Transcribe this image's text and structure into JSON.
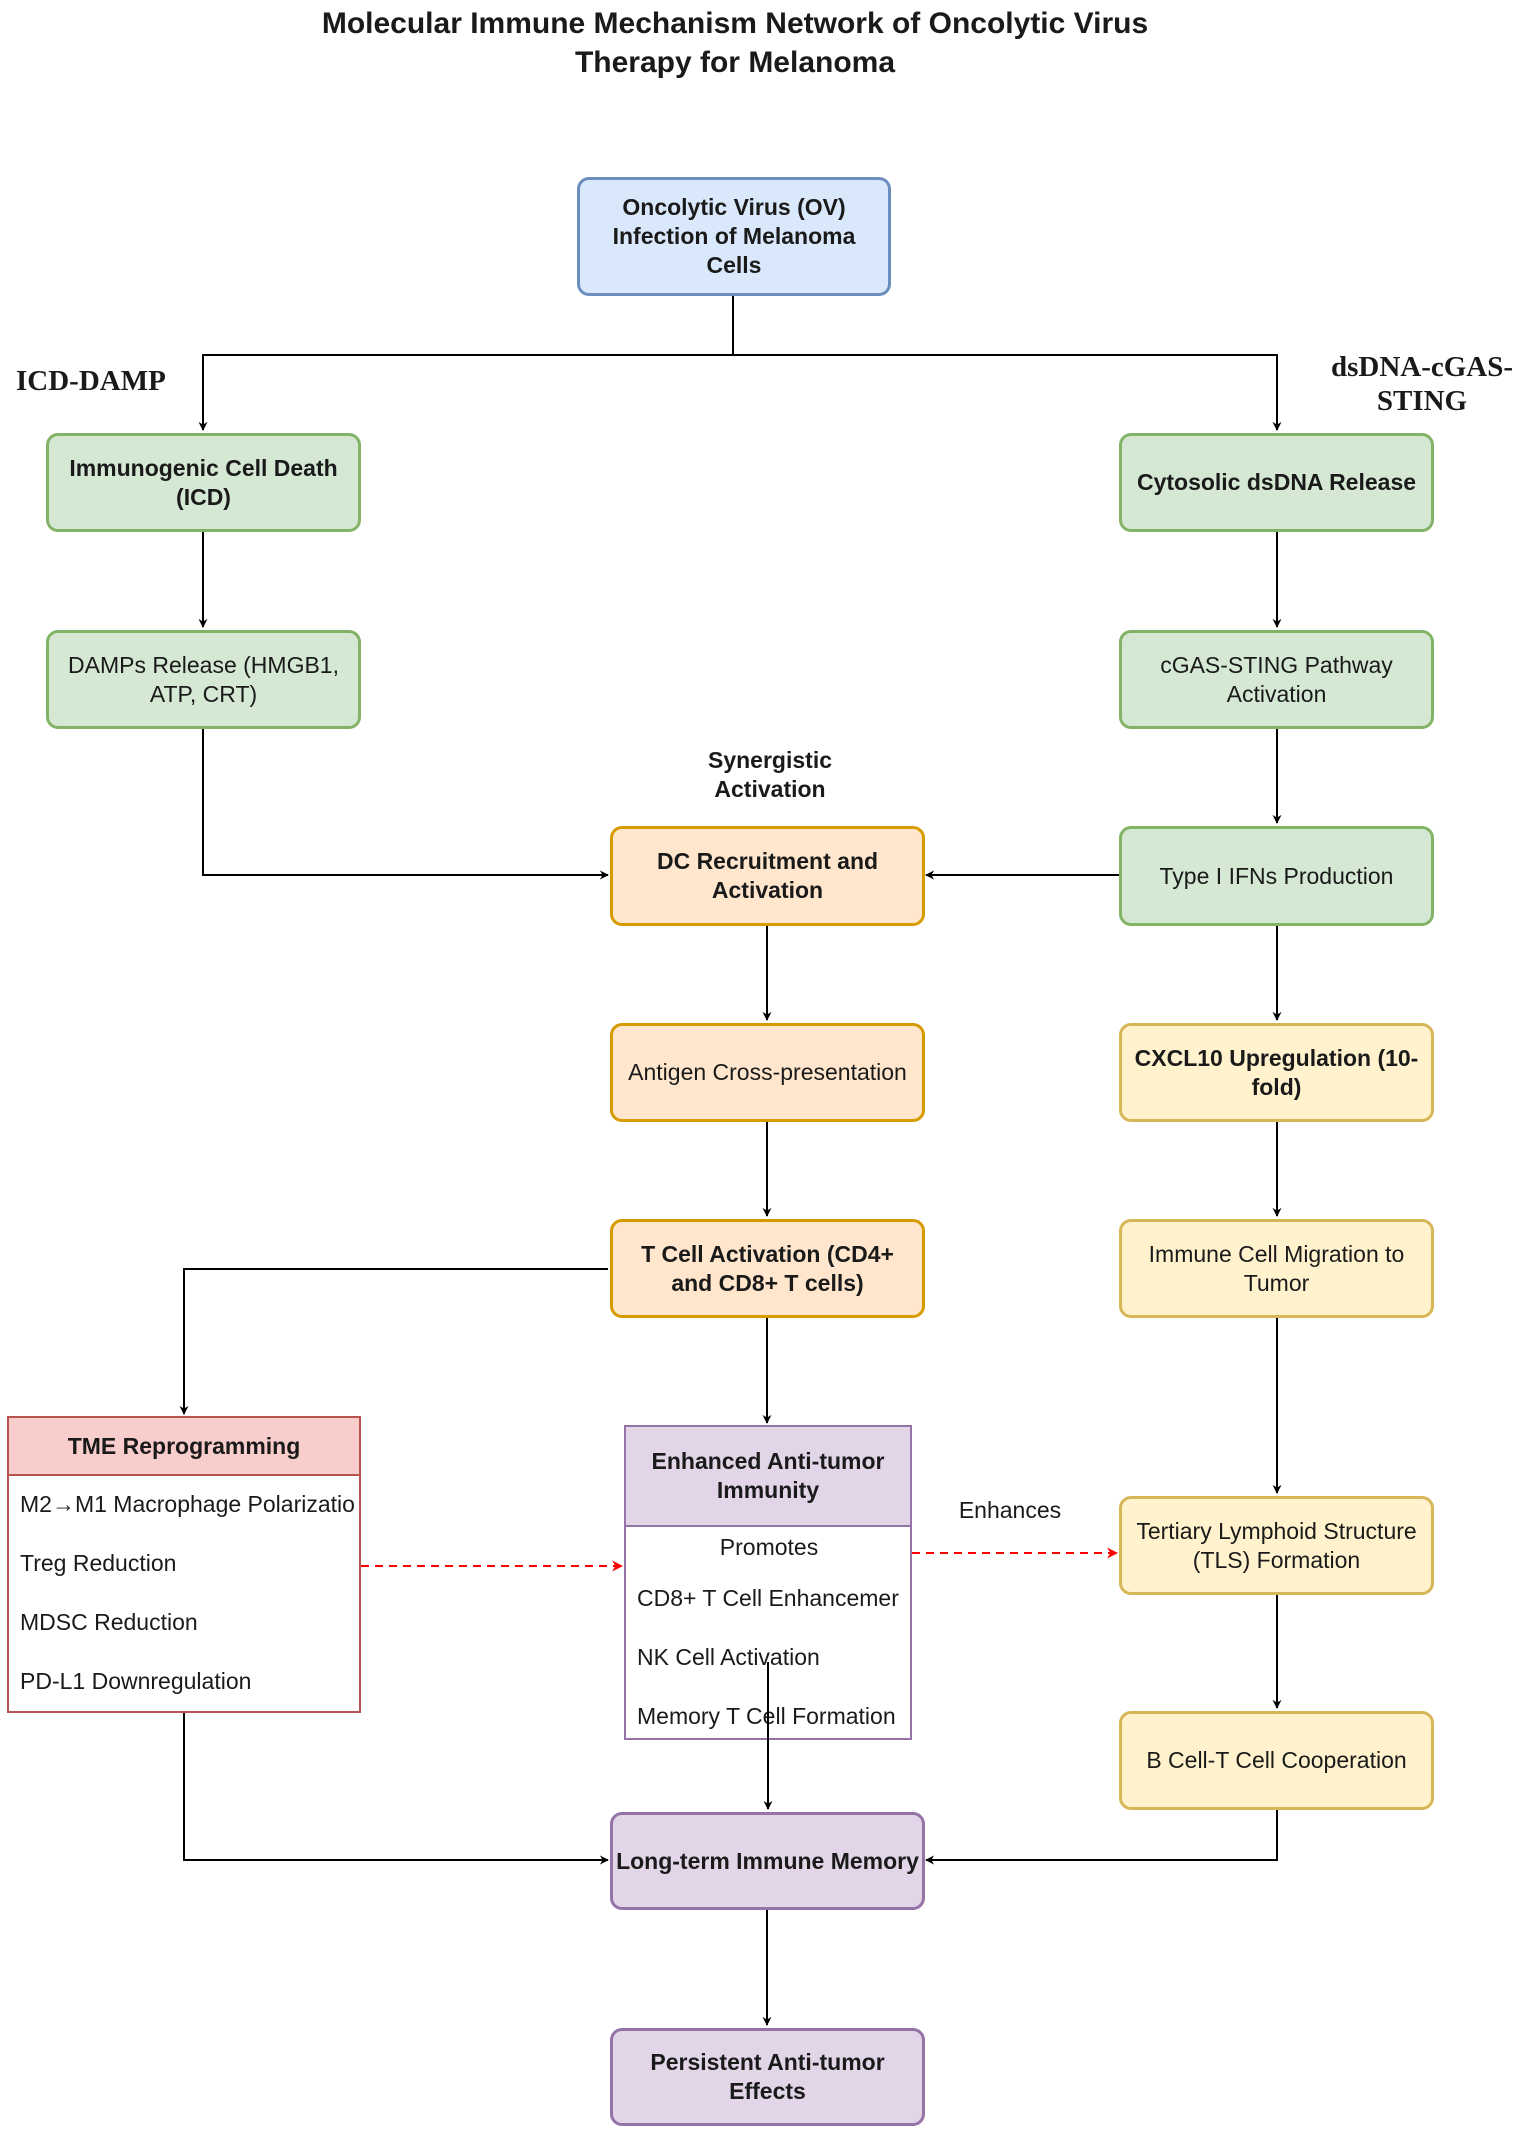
{
  "title_line1": "Molecular Immune Mechanism Network of Oncolytic Virus",
  "title_line2": "Therapy for Melanoma",
  "branch_labels": {
    "left": "ICD-DAMP",
    "right_line1": "dsDNA-cGAS-",
    "right_line2": "STING"
  },
  "edge_labels": {
    "synergistic_line1": "Synergistic",
    "synergistic_line2": "Activation",
    "enhances": "Enhances"
  },
  "nodes": {
    "ov": {
      "line1": "Oncolytic Virus (OV)",
      "line2": "Infection of Melanoma",
      "line3": "Cells"
    },
    "icd": {
      "line1": "Immunogenic Cell Death",
      "line2": "(ICD)"
    },
    "damps": {
      "line1": "DAMPs Release",
      "line2": "(HMGB1, ATP, CRT)"
    },
    "dsdna": {
      "line1": "Cytosolic dsDNA Release"
    },
    "cgas": {
      "line1": "cGAS-STING Pathway",
      "line2": "Activation"
    },
    "ifn": {
      "line1": "Type I IFNs Production"
    },
    "dc": {
      "line1": "DC Recruitment and",
      "line2": "Activation"
    },
    "antigen": {
      "line1": "Antigen Cross-presentation"
    },
    "tcell": {
      "line1": "T Cell Activation",
      "line2": "(CD4+ and CD8+ T cells)"
    },
    "cxcl10": {
      "line1": "CXCL10 Upregulation (10-",
      "line2": "fold)"
    },
    "migration": {
      "line1": "Immune Cell Migration to",
      "line2": "Tumor"
    },
    "tls": {
      "line1": "Tertiary Lymphoid Structure",
      "line2": "(TLS) Formation"
    },
    "bcell": {
      "line1": "B Cell-T Cell Cooperation"
    },
    "memory": {
      "line1": "Long-term Immune Memory"
    },
    "persistent": {
      "line1": "Persistent Anti-tumor",
      "line2": "Effects"
    }
  },
  "tme": {
    "header": "TME Reprogramming",
    "items": [
      "M2→M1 Macrophage Polarizatio",
      "Treg Reduction",
      "MDSC Reduction",
      "PD-L1 Downregulation"
    ]
  },
  "enhanced": {
    "header_line1": "Enhanced Anti-tumor",
    "header_line2": "Immunity",
    "items": [
      "Promotes",
      "CD8+ T Cell Enhancemer",
      "NK Cell Activation",
      "Memory T Cell Formation"
    ]
  },
  "colors": {
    "blue_fill": "#dae8fc",
    "blue_stroke": "#6c8ebf",
    "green_fill": "#d5e8d4",
    "green_stroke": "#82b366",
    "orange_fill": "#ffe6cc",
    "orange_stroke": "#d79b00",
    "yellow_fill": "#fff2cc",
    "yellow_stroke": "#d6b656",
    "purple_fill": "#e1d5e7",
    "purple_stroke": "#9673a6",
    "red_fill": "#f8cecc",
    "red_stroke": "#b85450",
    "dashed_arrow": "#ff0000"
  }
}
